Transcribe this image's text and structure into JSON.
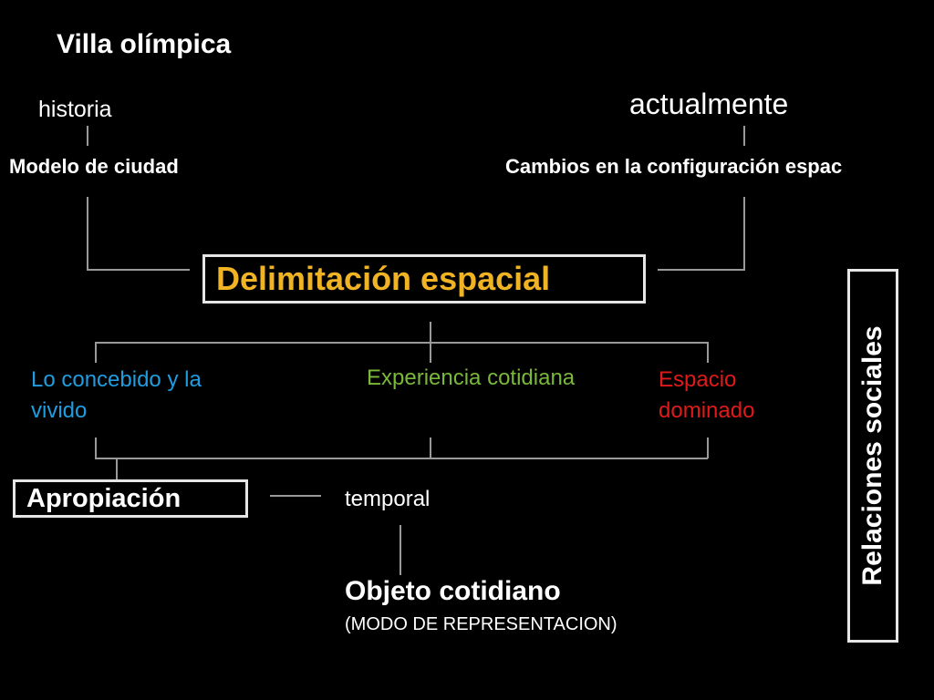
{
  "title": "Villa olímpica",
  "left_branch": {
    "label": "historia",
    "node": "Modelo de ciudad"
  },
  "right_branch": {
    "label": "actualmente",
    "node": "Cambios en la configuración espac"
  },
  "center_node": "Delimitación espacial",
  "sub_nodes": [
    {
      "label": "Lo concebido y la vivido",
      "color": "#1f9de0"
    },
    {
      "label": "Experiencia cotidiana",
      "color": "#7ab83a"
    },
    {
      "label": "Espacio dominado",
      "color": "#e01a1a"
    }
  ],
  "appropriation": "Apropiación",
  "temporal": "temporal",
  "object": {
    "title": "Objeto cotidiano",
    "subtitle": "(MODO DE REPRESENTACION)"
  },
  "side_box": "Relaciones sociales",
  "colors": {
    "accent": "#f0b323",
    "line": "#9a9a9a",
    "border": "#e6e6e6"
  }
}
